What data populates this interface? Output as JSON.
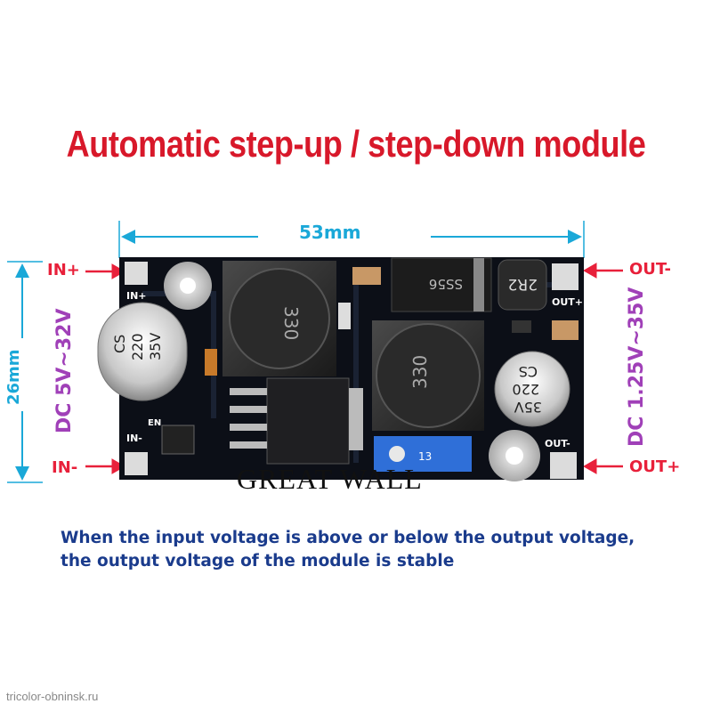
{
  "title": "Automatic step-up / step-down module",
  "dimensions": {
    "width": "53mm",
    "height": "26mm"
  },
  "terminals": {
    "in_plus": "IN+",
    "in_minus": "IN-",
    "out_minus": "OUT-",
    "out_plus": "OUT+"
  },
  "voltage_range": {
    "input": "DC 5V~32V",
    "output": "DC 1.25V~35V"
  },
  "board_silkscreen": {
    "in_plus": "IN+",
    "in_minus": "IN-",
    "en": "EN",
    "out_plus": "OUT+",
    "out_minus": "OUT-",
    "potentiometer": "13"
  },
  "components": {
    "capacitor_left": [
      "CS",
      "220",
      "35V"
    ],
    "capacitor_right": [
      "35V",
      "220",
      "CS"
    ],
    "inductor_left": "330",
    "inductor_right": "330",
    "diode": "SS56",
    "small_inductor": "2R2"
  },
  "caption": {
    "line1": "When the input voltage is above or below the output voltage,",
    "line2": "the output voltage of the module is stable"
  },
  "watermark": "GREAT WALL",
  "source": "tricolor-obninsk.ru",
  "colors": {
    "title": "#d8182a",
    "dimension": "#1aa8d8",
    "terminal": "#e8203a",
    "voltage": "#a040b8",
    "caption": "#1a3b8c",
    "pcb": "#0c0f17"
  }
}
